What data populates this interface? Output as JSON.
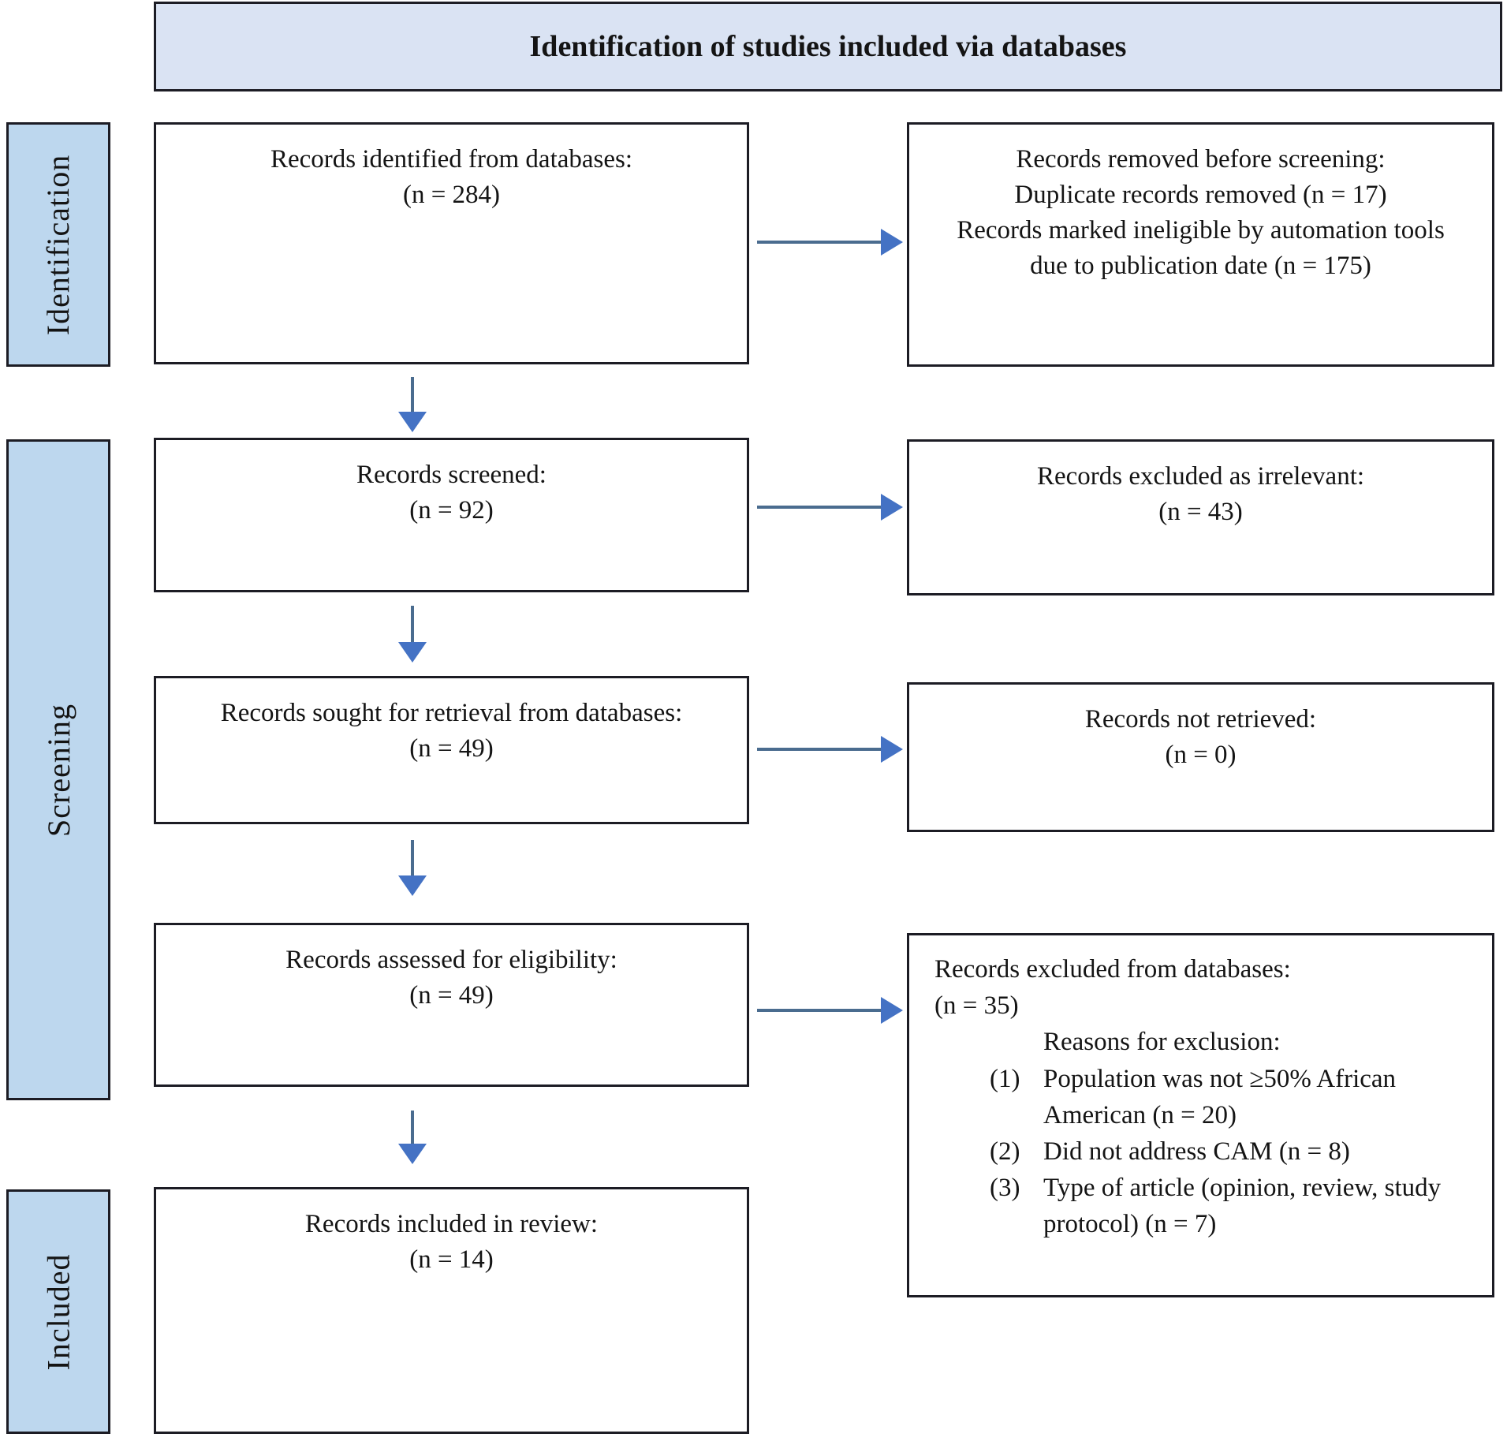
{
  "title": "Identification of studies included via databases",
  "colors": {
    "title_fill": "#dae3f3",
    "stage_fill": "#bdd7ee",
    "box_border": "#1c1c24",
    "arrow_line": "#4a6c8f",
    "arrow_head": "#4472c4"
  },
  "stages": [
    {
      "label": "Identification"
    },
    {
      "label": "Screening"
    },
    {
      "label": "Included"
    }
  ],
  "boxes": {
    "identified": {
      "lines": [
        "Records identified from databases:",
        "(n = 284)"
      ]
    },
    "removed_before_screening": {
      "lines": [
        "Records removed before screening:",
        "Duplicate records removed (n = 17)",
        "Records marked ineligible by automation tools due to publication date (n = 175)"
      ]
    },
    "screened": {
      "lines": [
        "Records screened:",
        "(n = 92)"
      ]
    },
    "excluded_irrelevant": {
      "lines": [
        "Records excluded as irrelevant:",
        "(n = 43)"
      ]
    },
    "sought_retrieval": {
      "lines": [
        "Records sought for retrieval from databases:",
        "(n = 49)"
      ]
    },
    "not_retrieved": {
      "lines": [
        "Records not retrieved:",
        "(n = 0)"
      ]
    },
    "assessed_eligibility": {
      "lines": [
        "Records assessed for eligibility:",
        "(n = 49)"
      ]
    },
    "excluded_from_databases": {
      "header": "Records excluded from databases:",
      "count": "(n = 35)",
      "reasons_title": "Reasons for exclusion:",
      "reasons": [
        {
          "num": "(1)",
          "text": "Population was not ≥50% African American (n = 20)"
        },
        {
          "num": "(2)",
          "text": "Did not address CAM (n = 8)"
        },
        {
          "num": "(3)",
          "text": "Type of article (opinion, review, study protocol) (n = 7)"
        }
      ]
    },
    "included_review": {
      "lines": [
        "Records included in review:",
        "(n = 14)"
      ]
    }
  }
}
